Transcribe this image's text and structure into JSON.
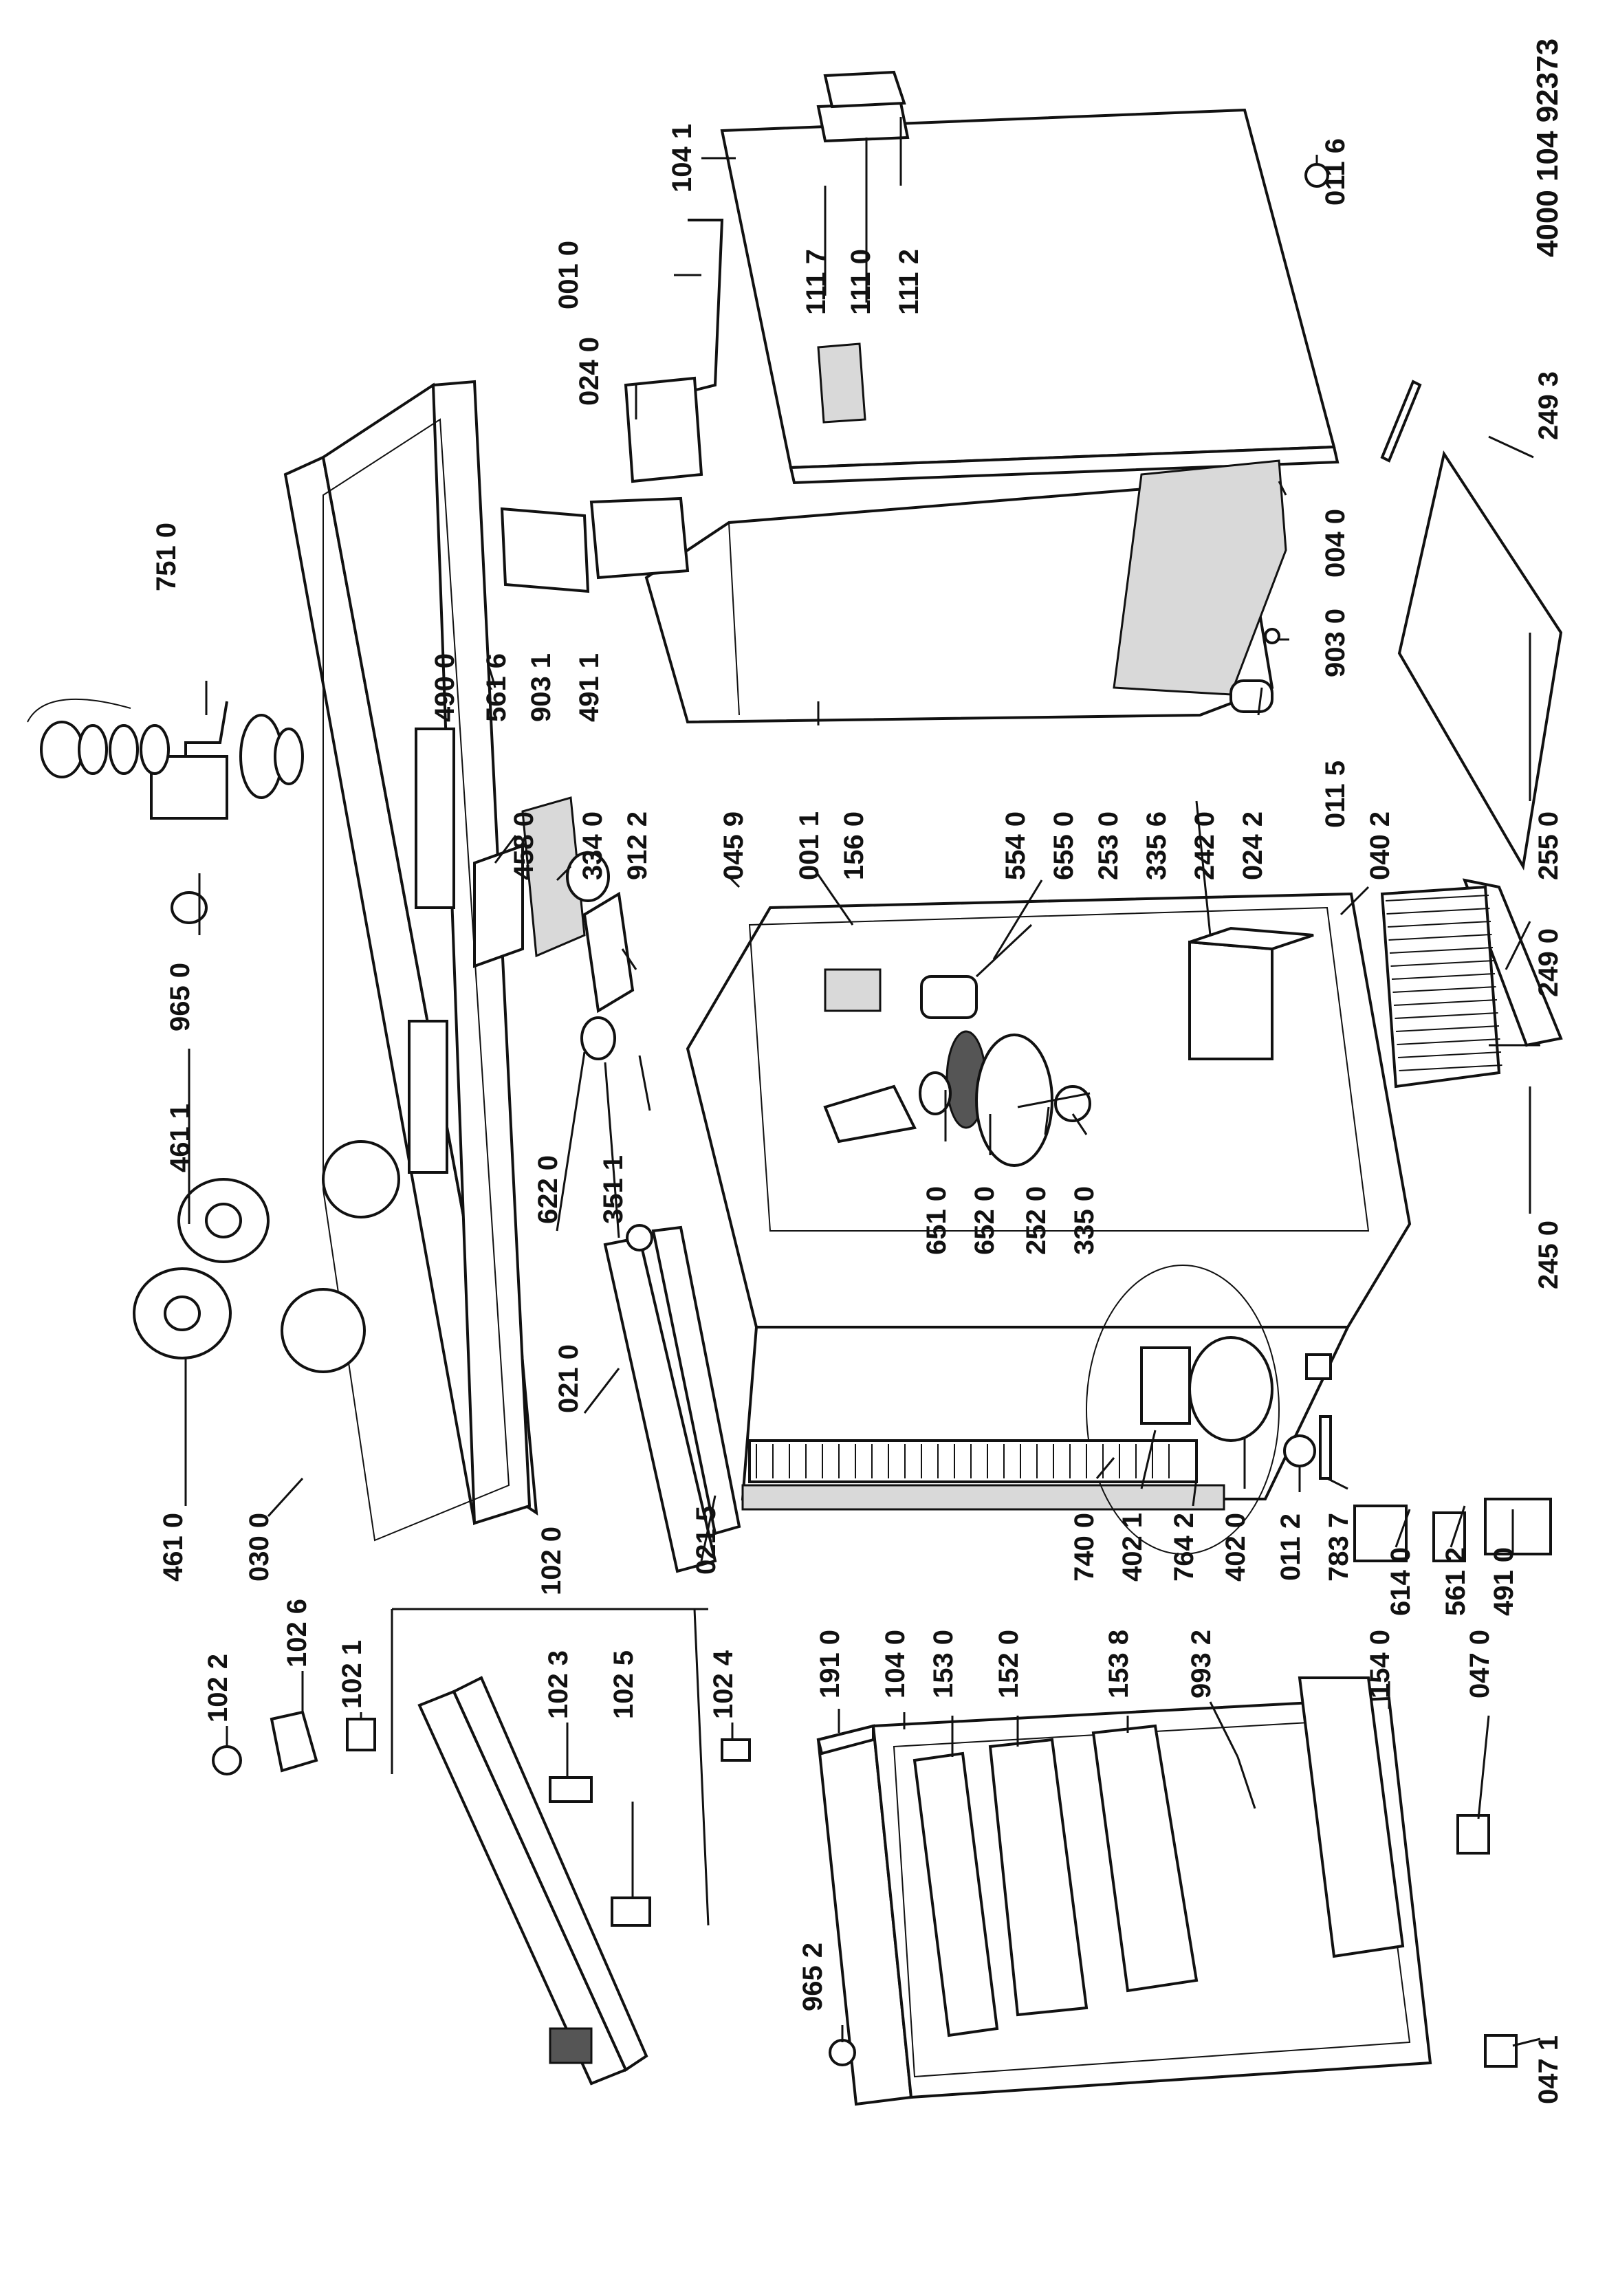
{
  "document_number": "4000 104 92373",
  "part_labels": {
    "p1041": "104 1",
    "p1117": "111 7",
    "p1110": "111 0",
    "p1112": "111 2",
    "p0116": "011 6",
    "p0010": "001 0",
    "p0240": "024 0",
    "p7510": "751 0",
    "p4900": "490 0",
    "p5616": "561 6",
    "p9031": "903 1",
    "p4911": "491 1",
    "p0040": "004 0",
    "p9030": "903 0",
    "p2493": "249 3",
    "p2550": "255 0",
    "p0115": "011 5",
    "p0402": "040 2",
    "p2420": "242 0",
    "p0242": "024 2",
    "p3356": "335 6",
    "p2530": "253 0",
    "p6550": "655 0",
    "p5540": "554 0",
    "p1560": "156 0",
    "p0011": "001 1",
    "p0459": "045 9",
    "p9122": "912 2",
    "p3340": "334 0",
    "p4580": "458 0",
    "p9650": "965 0",
    "p4611": "461 1",
    "p6220": "622 0",
    "p3511": "351 1",
    "p6510": "651 0",
    "p6520": "652 0",
    "p2520": "252 0",
    "p3350": "335 0",
    "p2450": "245 0",
    "p2490": "249 0",
    "p4610": "461 0",
    "p0300": "030 0",
    "p0210": "021 0",
    "p0215": "021 5",
    "p1020": "102 0",
    "p1022": "102 2",
    "p1026": "102 6",
    "p1021": "102 1",
    "p1023": "102 3",
    "p1025": "102 5",
    "p1024": "102 4",
    "p7400": "740 0",
    "p4021": "402 1",
    "p7642": "764 2",
    "p4020": "402 0",
    "p0112": "011 2",
    "p7837": "783 7",
    "p6140": "614 0",
    "p5612": "561 2",
    "p4910": "491 0",
    "p1910": "191 0",
    "p1040": "104 0",
    "p1530": "153 0",
    "p1520": "152 0",
    "p1538": "153 8",
    "p9932": "993 2",
    "p1540": "154 0",
    "p0470": "047 0",
    "p0471": "047 1",
    "p9652": "965 2"
  }
}
